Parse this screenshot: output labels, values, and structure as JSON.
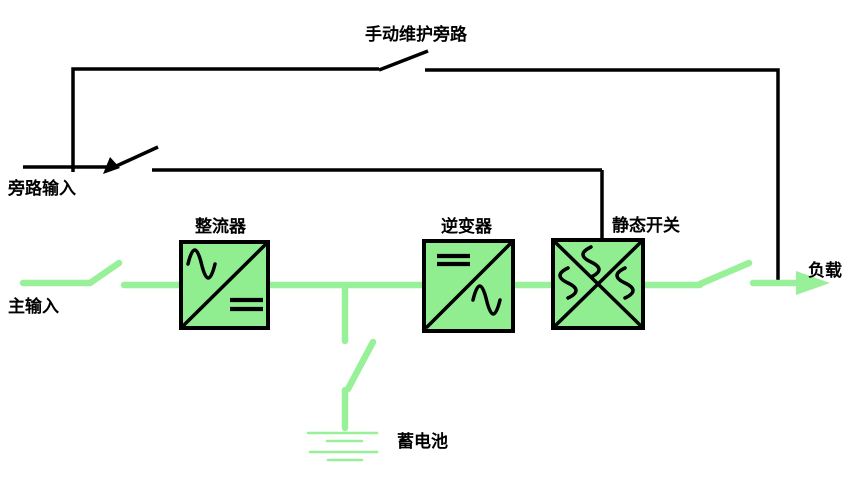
{
  "colors": {
    "background": "#FFFFFF",
    "wire_black": "#000000",
    "wire_green": "#98F098",
    "box_fill": "#90EE90",
    "box_border": "#000000",
    "text": "#000000"
  },
  "labels": {
    "manual_bypass": "手动维护旁路",
    "bypass_input": "旁路输入",
    "main_input": "主输入",
    "rectifier": "整流器",
    "inverter": "逆变器",
    "static_switch": "静态开关",
    "battery": "蓄电池",
    "load": "负载"
  },
  "components": [
    {
      "id": "manual-bypass-switch",
      "type": "disconnect-switch",
      "state": "open",
      "wire_color": "#000000",
      "label": "手动维护旁路"
    },
    {
      "id": "bypass-input-switch",
      "type": "disconnect-switch",
      "state": "open",
      "wire_color": "#000000",
      "label": "旁路输入"
    },
    {
      "id": "main-input-switch",
      "type": "disconnect-switch",
      "state": "open",
      "wire_color": "#98F098",
      "label": "主输入"
    },
    {
      "id": "rectifier",
      "type": "converter-box",
      "symbol": "ac-over-dc",
      "label": "整流器"
    },
    {
      "id": "inverter",
      "type": "converter-box",
      "symbol": "dc-over-ac",
      "label": "逆变器"
    },
    {
      "id": "static-switch",
      "type": "converter-box",
      "symbol": "crossed-ac",
      "label": "静态开关"
    },
    {
      "id": "battery-switch",
      "type": "disconnect-switch",
      "state": "open",
      "wire_color": "#98F098"
    },
    {
      "id": "battery",
      "type": "battery-plates-symbol",
      "label": "蓄电池"
    },
    {
      "id": "output-switch",
      "type": "disconnect-switch",
      "state": "open",
      "wire_color": "#98F098"
    },
    {
      "id": "load-arrow",
      "type": "arrow-right",
      "label": "负载"
    }
  ]
}
